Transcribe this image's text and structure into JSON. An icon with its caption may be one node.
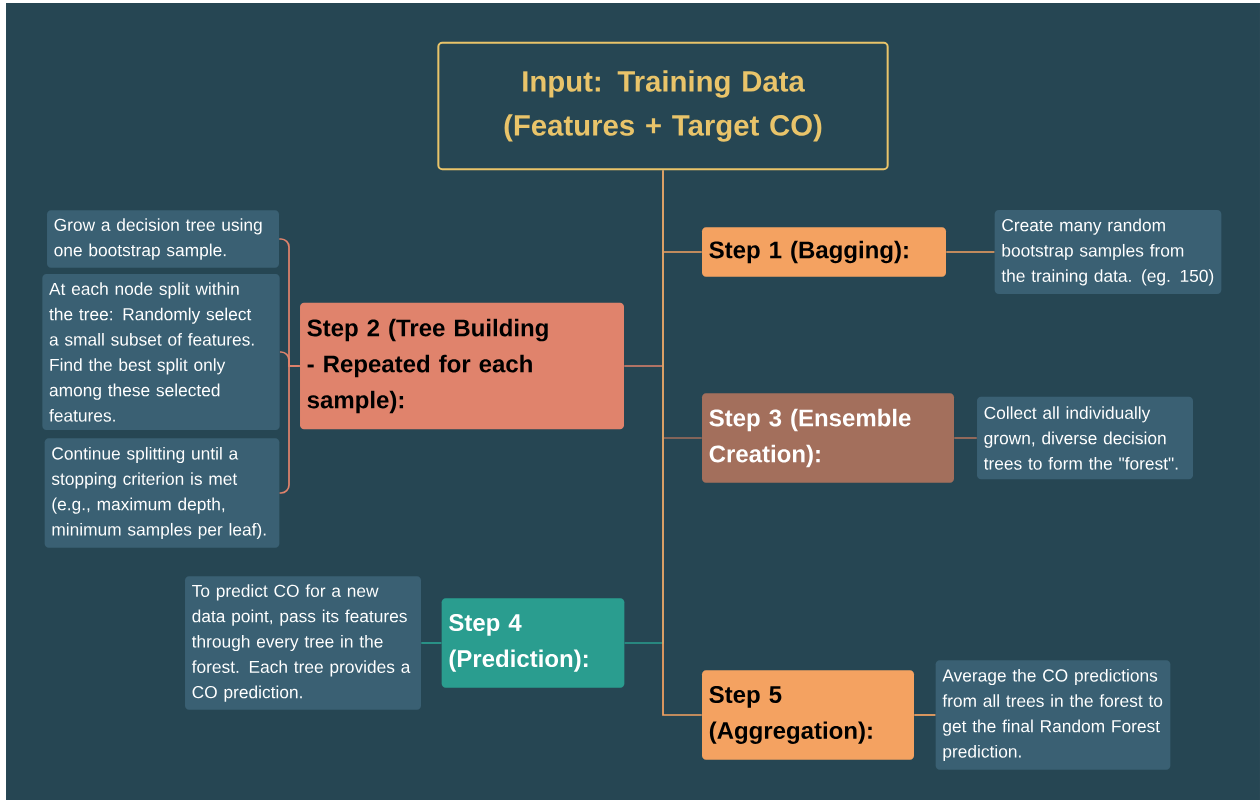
{
  "diagram": {
    "nodes": [
      {
        "text": [
          "Input: Training Data (Features + Target CO)"
        ]
      },
      {
        "text": [
          "Step 1 (Bagging):"
        ]
      },
      {
        "text": [
          "Create many random bootstrap samples from the training data. (eg. 150)"
        ]
      },
      {
        "text": [
          "Step 2 (Tree Building - Repeated for each sample):"
        ]
      },
      {
        "text": [
          "Grow a decision tree using one bootstrap sample."
        ]
      },
      {
        "text": [
          "At each node split within the tree: Randomly select a small subset of features. Find the best split only among these selected features."
        ]
      },
      {
        "text": [
          "Continue splitting until a stopping criterion is met (e.g., maximum depth, minimum samples per leaf)."
        ]
      },
      {
        "text": [
          "Step 3 (Ensemble Creation):"
        ]
      },
      {
        "text": [
          "Collect all individually grown, diverse decision trees to form the \"forest\"."
        ]
      },
      {
        "text": [
          "Step 4 (Prediction):"
        ]
      },
      {
        "text": [
          "To predict CO for a new data point, pass its features through every tree in the forest. Each tree provides a CO prediction."
        ]
      },
      {
        "text": [
          "Step 5 (Aggregation):"
        ]
      },
      {
        "text": [
          "Average the CO predictions from all trees in the forest to get the final Random Forest prediction."
        ]
      }
    ],
    "edges": [
      {
        "from": 0,
        "to": 1,
        "arrow": "none"
      },
      {
        "from": 0,
        "to": 3,
        "arrow": "none",
        "color": "#e0836c"
      },
      {
        "from": 0,
        "to": 7,
        "arrow": "none",
        "color": "#a36f5c"
      },
      {
        "from": 0,
        "to": 9,
        "arrow": "none",
        "color": "#2a9d8f"
      },
      {
        "from": 0,
        "to": 11,
        "arrow": "none"
      },
      {
        "from": 1,
        "to": 2,
        "arrow": "none"
      },
      {
        "from": 3,
        "to": 4,
        "arrow": "none",
        "color": "#e0836c"
      },
      {
        "from": 3,
        "to": 5,
        "arrow": "none",
        "color": "#e0836c"
      },
      {
        "from": 3,
        "to": 6,
        "arrow": "none",
        "color": "#e0836c"
      },
      {
        "from": 7,
        "to": 8,
        "arrow": "none",
        "color": "#a36f5c"
      },
      {
        "from": 9,
        "to": 10,
        "arrow": "none",
        "color": "#2a9d8f"
      },
      {
        "from": 11,
        "to": 12,
        "arrow": "none"
      }
    ]
  }
}
